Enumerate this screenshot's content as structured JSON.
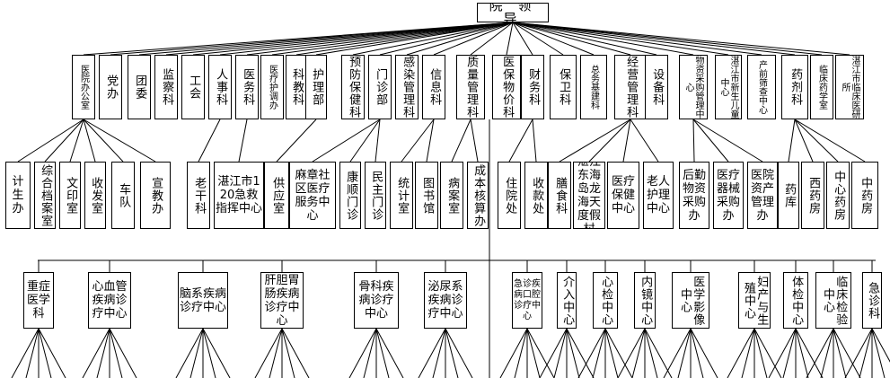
{
  "root": "院 领 导",
  "level1": [
    "医院办公室",
    "党办",
    "团委",
    "监察科",
    "工会",
    "人事科",
    "医务科",
    "医疗护调办",
    "科教科",
    "护理部",
    "预防保健科",
    "门诊部",
    "感染管理科",
    "信息科",
    "质量管理科",
    "医保物价科",
    "财务科",
    "保卫科",
    "总务基建科",
    "经营管理科",
    "设备科",
    "物资采购管理中心",
    "湛江市新生儿童中心",
    "产前筛查中心",
    "药剂科",
    "临床药学室",
    "湛江市临床医研所"
  ],
  "level2": [
    "计生办",
    "综合档案室",
    "文印室",
    "收发室",
    "车队",
    "宣教办",
    "老干科",
    "湛江市120急救指挥中心",
    "供应室",
    "麻章社区医疗服务中心",
    "康顺门诊",
    "民主门诊",
    "统计室",
    "图书馆",
    "病案室",
    "成本核算办",
    "住院处",
    "收款处",
    "膳食科",
    "湛江东海岛龙海天度假村",
    "医疗保健中心",
    "老人护理中心",
    "后勤物资采购办",
    "医疗器械采购办",
    "医院资产管理办",
    "药库",
    "西药房",
    "中心药房",
    "中药房"
  ],
  "level3": [
    "重症医学科",
    "心血管疾病诊疗中心",
    "脑系疾病诊疗中心",
    "肝胆胃肠疾病诊疗中心",
    "骨科疾病诊疗中心",
    "泌尿系疾病诊疗中心",
    "急诊疾病口腔诊疗中心",
    "介入中心",
    "心检中心",
    "内镜中心",
    "医学影像中心",
    "妇产与生殖中心",
    "体检中心",
    "临床检验中心",
    "急诊科"
  ]
}
